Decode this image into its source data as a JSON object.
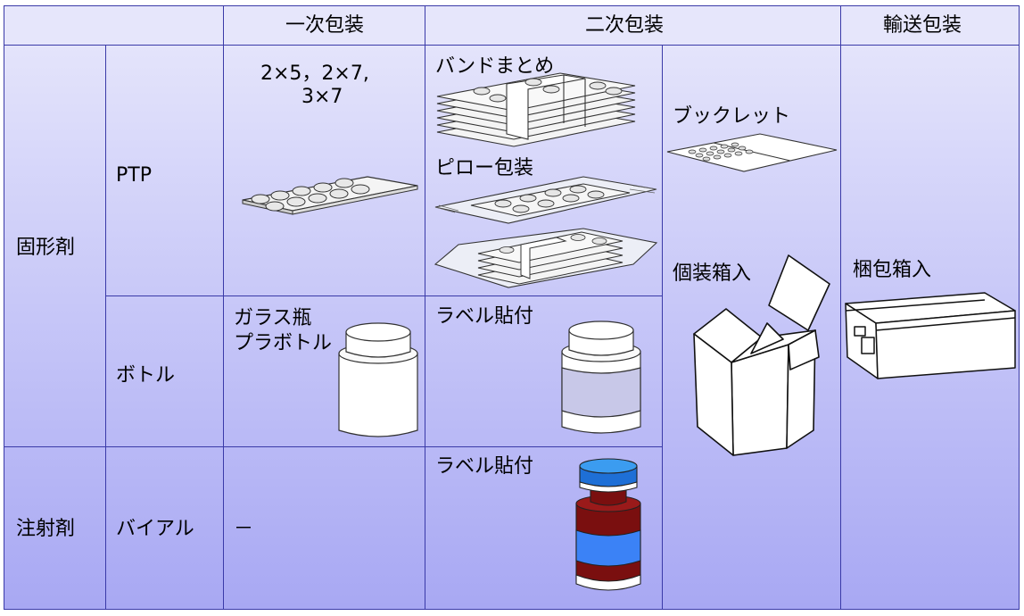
{
  "headers": {
    "primary": "一次包装",
    "secondary": "二次包装",
    "transport": "輸送包装"
  },
  "rows": {
    "solid": "固形剤",
    "injection": "注射剤",
    "ptp": "PTP",
    "bottle": "ボトル",
    "vial": "バイアル"
  },
  "primary": {
    "ptp_sizes_line1": "2×5，2×7,",
    "ptp_sizes_line2": "3×7",
    "bottle_line1": "ガラス瓶",
    "bottle_line2": "プラボトル",
    "vial": "－"
  },
  "secondary": {
    "band": "バンドまとめ",
    "pillow": "ピロー包装",
    "booklet": "ブックレット",
    "carton": "個装箱入",
    "label_bottle": "ラベル貼付",
    "label_vial": "ラベル貼付"
  },
  "transport": {
    "case": "梱包箱入"
  },
  "icons": [
    "ptp-blister-icon",
    "banded-blister-stack-icon",
    "pillow-pack-icon",
    "pillow-pack-stack-icon",
    "booklet-icon",
    "carton-box-icon",
    "bottle-icon",
    "labeled-bottle-icon",
    "vial-icon",
    "shipping-box-icon"
  ],
  "colors": {
    "grid_line": "#3a3aa8",
    "cell_top": "#e4e4fb",
    "cell_bottom": "#a8a8f3",
    "vial_cap": "#1e6fd6",
    "vial_body": "#7a0f0f",
    "vial_label": "#3b82f6"
  }
}
